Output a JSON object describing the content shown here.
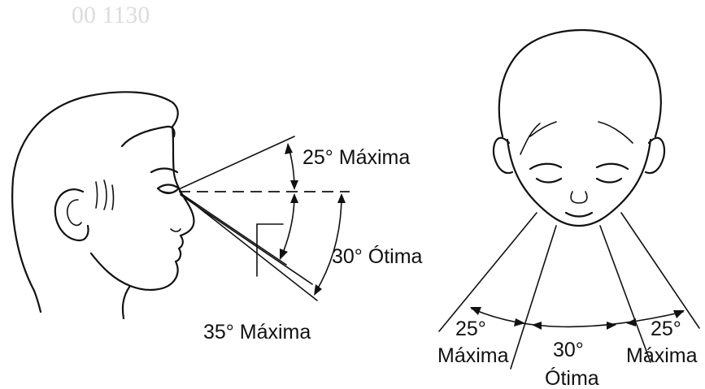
{
  "watermark": "00 1130",
  "side_view": {
    "upper_limit_label": "25° Máxima",
    "lower_limit_label": "35° Máxima",
    "optimal_label": "30° Ótima"
  },
  "front_view": {
    "left_label_line1": "25°",
    "left_label_line2": "Máxima",
    "center_label_line1": "30°",
    "center_label_line2": "Ótima",
    "right_label_line1": "25°",
    "right_label_line2": "Máxima"
  }
}
